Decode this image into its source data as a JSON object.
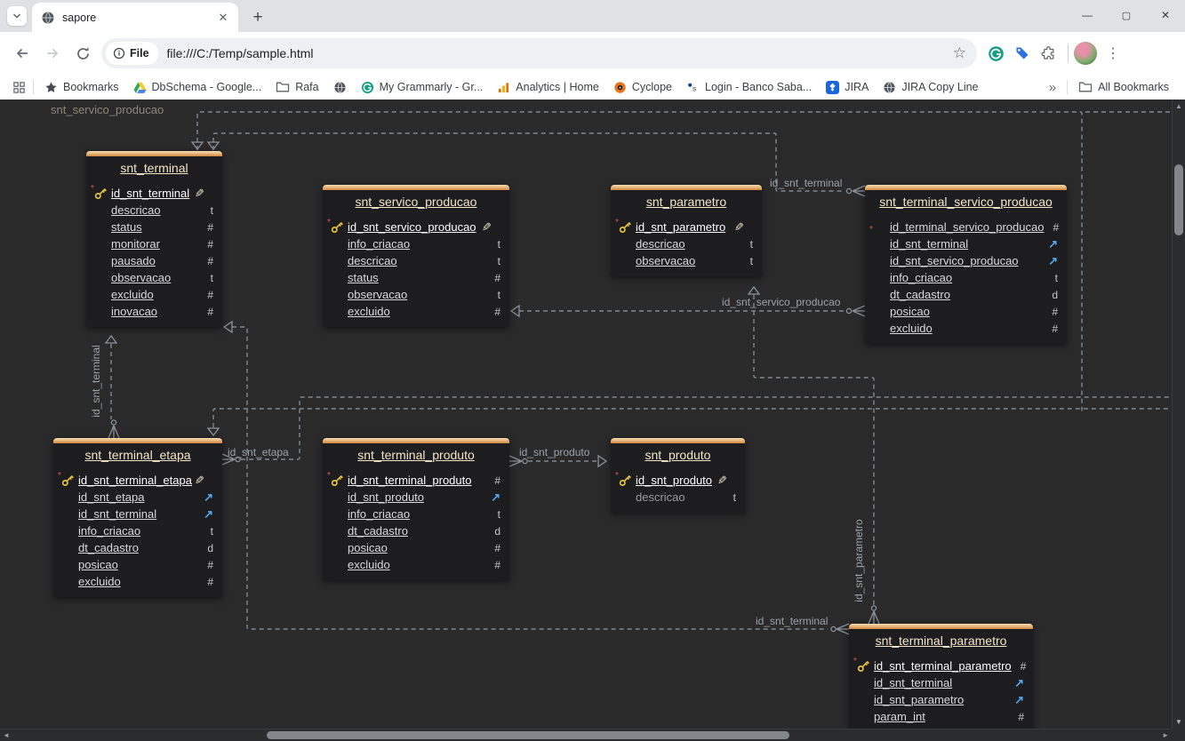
{
  "browser": {
    "tab_title": "sapore",
    "new_tab_button": "+",
    "address": {
      "chip_label": "File",
      "url": "file:///C:/Temp/sample.html"
    },
    "bookmarks_bar": {
      "items": [
        {
          "label": "Bookmarks",
          "icon": "star"
        },
        {
          "label": "DbSchema - Google...",
          "icon": "drive"
        },
        {
          "label": "Rafa",
          "icon": "folder"
        },
        {
          "label": "",
          "icon": "globe"
        },
        {
          "label": "My Grammarly - Gr...",
          "icon": "grammarly"
        },
        {
          "label": "Analytics | Home",
          "icon": "analytics"
        },
        {
          "label": "Cyclope",
          "icon": "cyclope"
        },
        {
          "label": "Login - Banco Saba...",
          "icon": "keylogin"
        },
        {
          "label": "JIRA",
          "icon": "jira"
        },
        {
          "label": "JIRA Copy Line",
          "icon": "globe"
        }
      ],
      "overflow_chevron": "»",
      "all_bookmarks_label": "All Bookmarks"
    }
  },
  "diagram": {
    "name": "snt_servico_producao",
    "tables": [
      {
        "title": "snt_terminal",
        "fields": [
          {
            "name": "id_snt_terminal",
            "type": "pencil",
            "key": true,
            "req": true
          },
          {
            "name": "descricao",
            "type": "t"
          },
          {
            "name": "status",
            "type": "num"
          },
          {
            "name": "monitorar",
            "type": "num"
          },
          {
            "name": "pausado",
            "type": "num"
          },
          {
            "name": "observacao",
            "type": "t"
          },
          {
            "name": "excluido",
            "type": "num"
          },
          {
            "name": "inovacao",
            "type": "num"
          }
        ]
      },
      {
        "title": "snt_servico_producao",
        "fields": [
          {
            "name": "id_snt_servico_producao",
            "type": "pencil",
            "key": true,
            "req": true
          },
          {
            "name": "info_criacao",
            "type": "t"
          },
          {
            "name": "descricao",
            "type": "t"
          },
          {
            "name": "status",
            "type": "num"
          },
          {
            "name": "observacao",
            "type": "t"
          },
          {
            "name": "excluido",
            "type": "num"
          }
        ]
      },
      {
        "title": "snt_parametro",
        "fields": [
          {
            "name": "id_snt_parametro",
            "type": "pencil",
            "key": true,
            "req": true
          },
          {
            "name": "descricao",
            "type": "t"
          },
          {
            "name": "observacao",
            "type": "t"
          }
        ]
      },
      {
        "title": "snt_terminal_servico_producao",
        "fields": [
          {
            "name": "id_terminal_servico_producao",
            "type": "num",
            "req": true
          },
          {
            "name": "id_snt_terminal",
            "type": "fk"
          },
          {
            "name": "id_snt_servico_producao",
            "type": "fk"
          },
          {
            "name": "info_criacao",
            "type": "t"
          },
          {
            "name": "dt_cadastro",
            "type": "date"
          },
          {
            "name": "posicao",
            "type": "num"
          },
          {
            "name": "excluido",
            "type": "num"
          }
        ]
      },
      {
        "title": "snt_terminal_etapa",
        "fields": [
          {
            "name": "id_snt_terminal_etapa",
            "type": "pencil",
            "key": true,
            "req": true
          },
          {
            "name": "id_snt_etapa",
            "type": "fk"
          },
          {
            "name": "id_snt_terminal",
            "type": "fk"
          },
          {
            "name": "info_criacao",
            "type": "t"
          },
          {
            "name": "dt_cadastro",
            "type": "date"
          },
          {
            "name": "posicao",
            "type": "num"
          },
          {
            "name": "excluido",
            "type": "num"
          }
        ]
      },
      {
        "title": "snt_terminal_produto",
        "fields": [
          {
            "name": "id_snt_terminal_produto",
            "type": "num",
            "key": true,
            "req": true
          },
          {
            "name": "id_snt_produto",
            "type": "fk"
          },
          {
            "name": "info_criacao",
            "type": "t"
          },
          {
            "name": "dt_cadastro",
            "type": "date"
          },
          {
            "name": "posicao",
            "type": "num"
          },
          {
            "name": "excluido",
            "type": "num"
          }
        ]
      },
      {
        "title": "snt_produto",
        "fields": [
          {
            "name": "id_snt_produto",
            "type": "pencil",
            "key": true,
            "req": true
          },
          {
            "name": "descricao",
            "type": "t",
            "dim": true
          }
        ]
      },
      {
        "title": "snt_terminal_parametro",
        "fields": [
          {
            "name": "id_snt_terminal_parametro",
            "type": "num",
            "key": true,
            "req": true
          },
          {
            "name": "id_snt_terminal",
            "type": "fk"
          },
          {
            "name": "id_snt_parametro",
            "type": "fk"
          },
          {
            "name": "param_int",
            "type": "num"
          }
        ]
      }
    ],
    "relation_labels": [
      {
        "text": "id_snt_terminal"
      },
      {
        "text": "id_snt_servico_producao"
      },
      {
        "text": "id_snt_terminal"
      },
      {
        "text": "id_snt_etapa"
      },
      {
        "text": "id_snt_produto"
      },
      {
        "text": "id_snt_parametro"
      },
      {
        "text": "id_snt_terminal"
      }
    ]
  }
}
